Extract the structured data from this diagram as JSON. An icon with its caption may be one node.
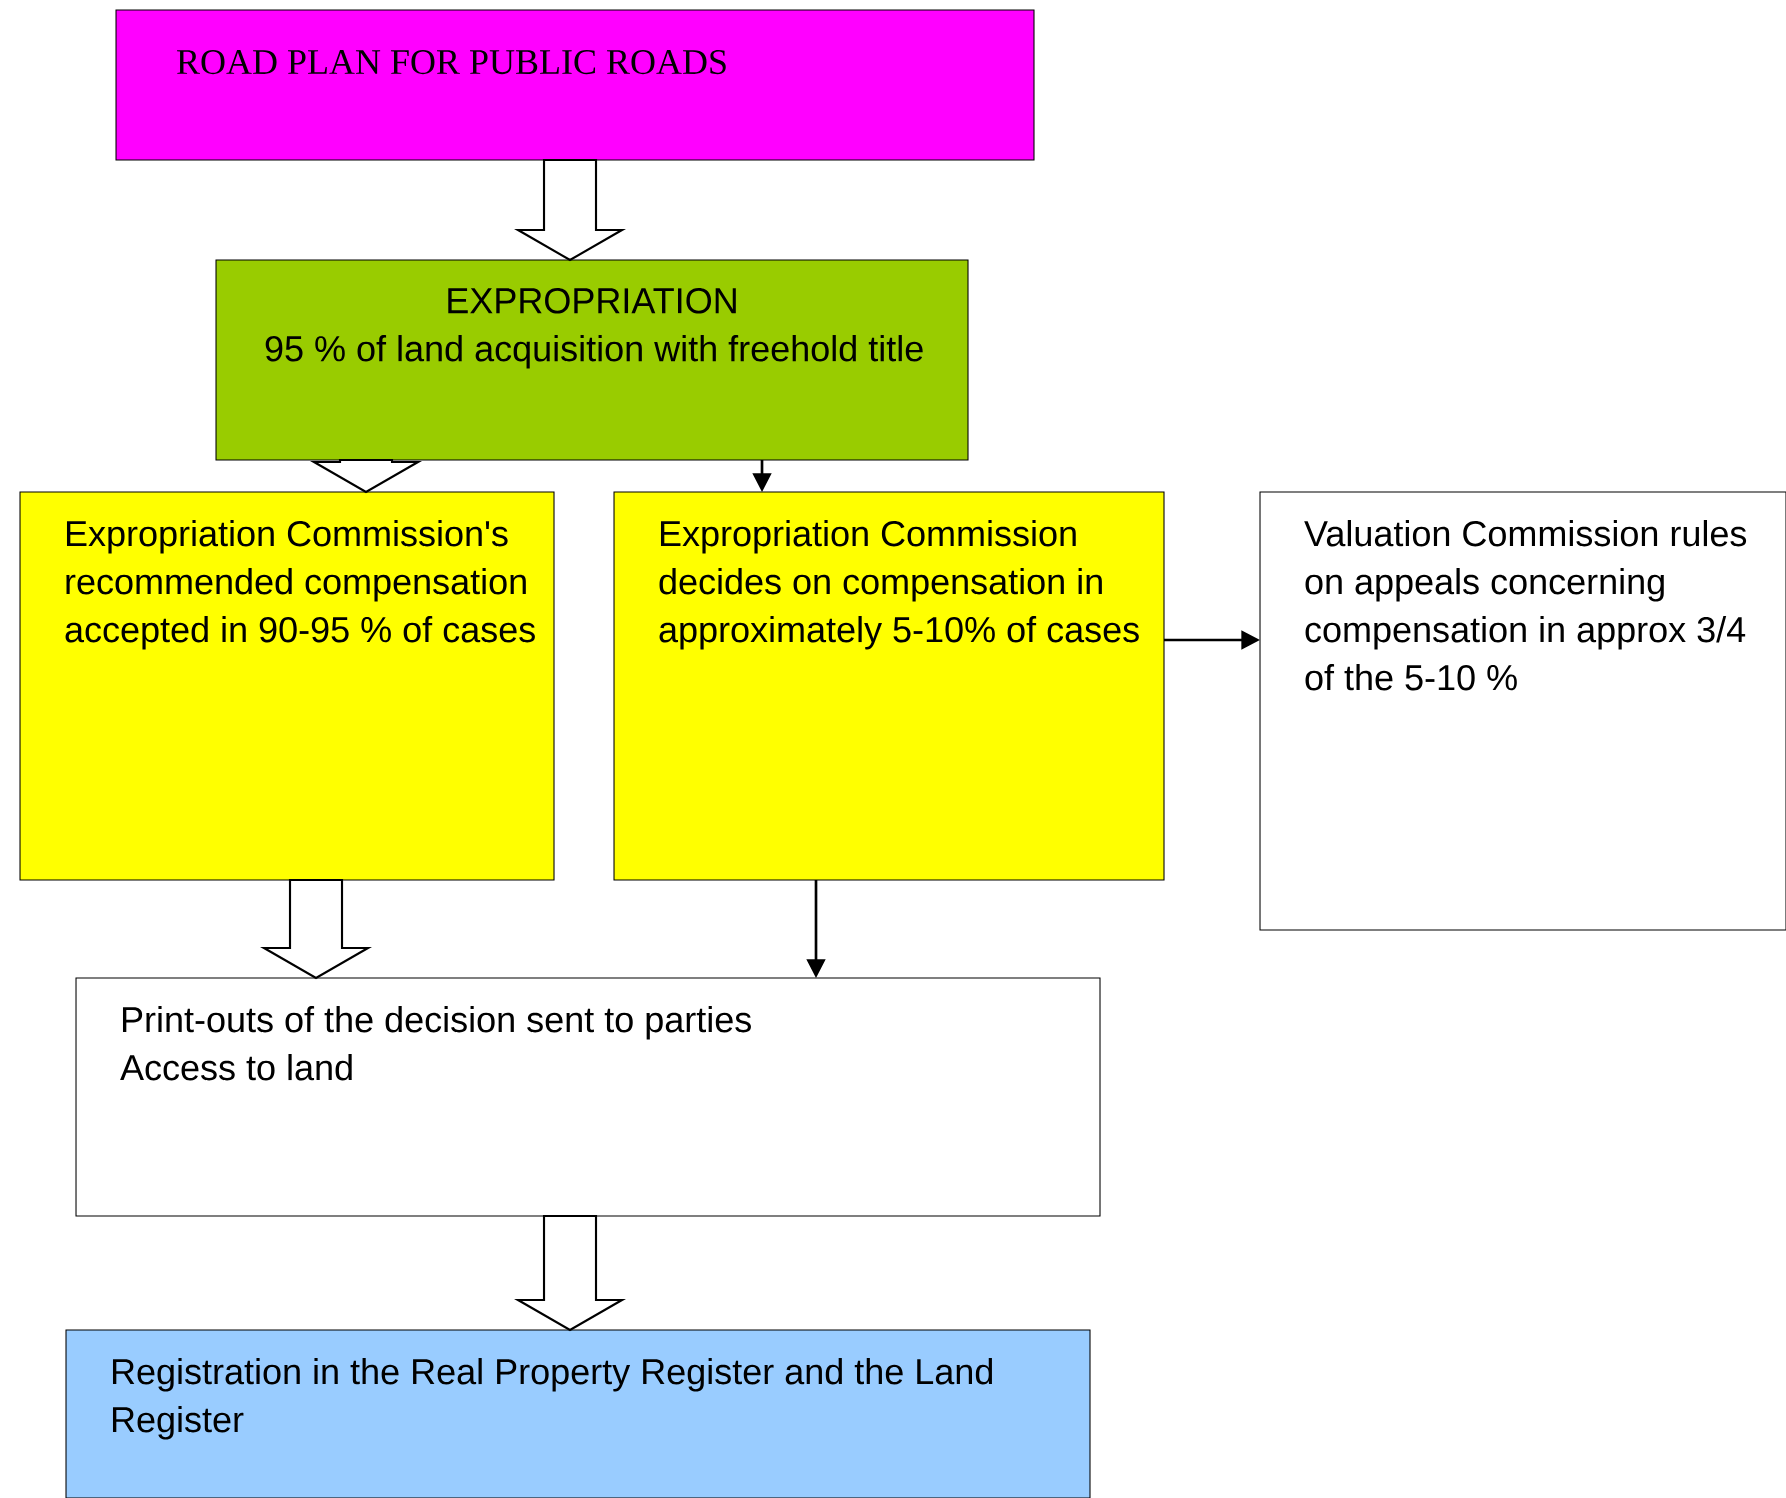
{
  "diagram": {
    "nodes": [
      {
        "text": [
          "ROAD PLAN FOR PUBLIC ROADS"
        ]
      },
      {
        "text": [
          "EXPROPRIATION",
          "95 % of land acquisition with freehold title"
        ]
      },
      {
        "text": [
          "Expropriation Commission's recommended compensation accepted in 90-95 % of cases"
        ]
      },
      {
        "text": [
          "Expropriation Commission decides on compensation in approximately 5-10% of cases"
        ]
      },
      {
        "text": [
          "Valuation Commission rules on appeals concerning compensation in approx 3/4 of the 5-10 %"
        ]
      },
      {
        "text": [
          "Print-outs of the decision sent to parties",
          "Access to land"
        ]
      },
      {
        "text": [
          "Registration in the Real Property Register and the Land Register"
        ]
      }
    ],
    "edges": [
      {
        "from": 0,
        "to": 1,
        "arrow": "to",
        "style": "thick"
      },
      {
        "from": 1,
        "to": 2,
        "arrow": "to",
        "style": "thick"
      },
      {
        "from": 1,
        "to": 3,
        "arrow": "to"
      },
      {
        "from": 3,
        "to": 4,
        "arrow": "to"
      },
      {
        "from": 2,
        "to": 5,
        "arrow": "to",
        "style": "thick"
      },
      {
        "from": 3,
        "to": 5,
        "arrow": "to"
      },
      {
        "from": 5,
        "to": 6,
        "arrow": "to",
        "style": "thick"
      }
    ]
  }
}
